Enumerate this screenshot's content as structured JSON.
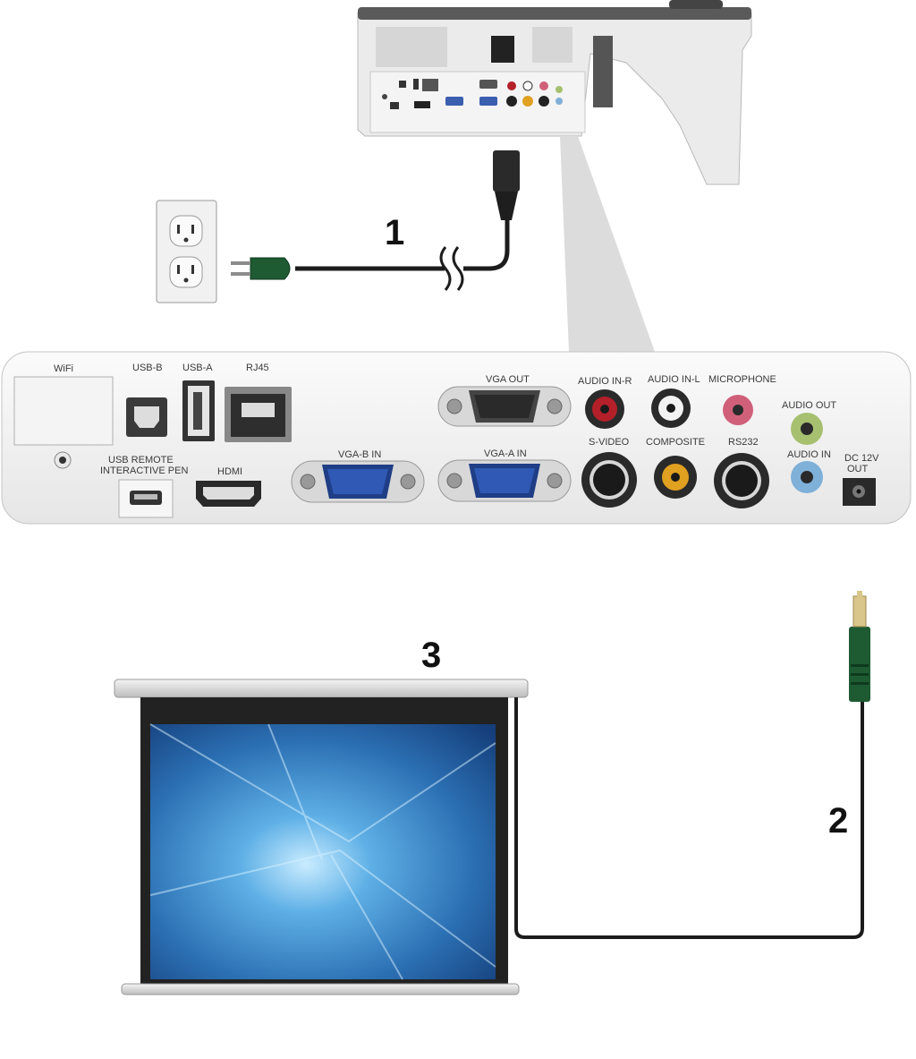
{
  "callouts": {
    "power_cable": "1",
    "dc_cable": "2",
    "screen": "3"
  },
  "panel": {
    "wifi": "WiFi",
    "usb_b": "USB-B",
    "usb_a": "USB-A",
    "rj45": "RJ45",
    "usb_remote_line1": "USB REMOTE",
    "usb_remote_line2": "INTERACTIVE PEN",
    "hdmi": "HDMI",
    "vga_b_in": "VGA-B IN",
    "vga_out": "VGA OUT",
    "vga_a_in": "VGA-A IN",
    "audio_in_r": "AUDIO IN-R",
    "audio_in_l": "AUDIO IN-L",
    "microphone": "MICROPHONE",
    "s_video": "S-VIDEO",
    "composite": "COMPOSITE",
    "rs232": "RS232",
    "audio_out": "AUDIO OUT",
    "audio_in": "AUDIO IN",
    "dc_line1": "DC 12V",
    "dc_line2": "OUT"
  },
  "colors": {
    "cable": "#1c1c1c",
    "plug_green": "#1e5a32",
    "vga_blue": "#2f59b5",
    "audio_red": "#b3202a",
    "audio_pink": "#d0607a",
    "composite_yellow": "#e0a020",
    "audio_green": "#a6c070",
    "audio_blue": "#7fb0d8",
    "screen_blue": "#2b6fb3"
  }
}
